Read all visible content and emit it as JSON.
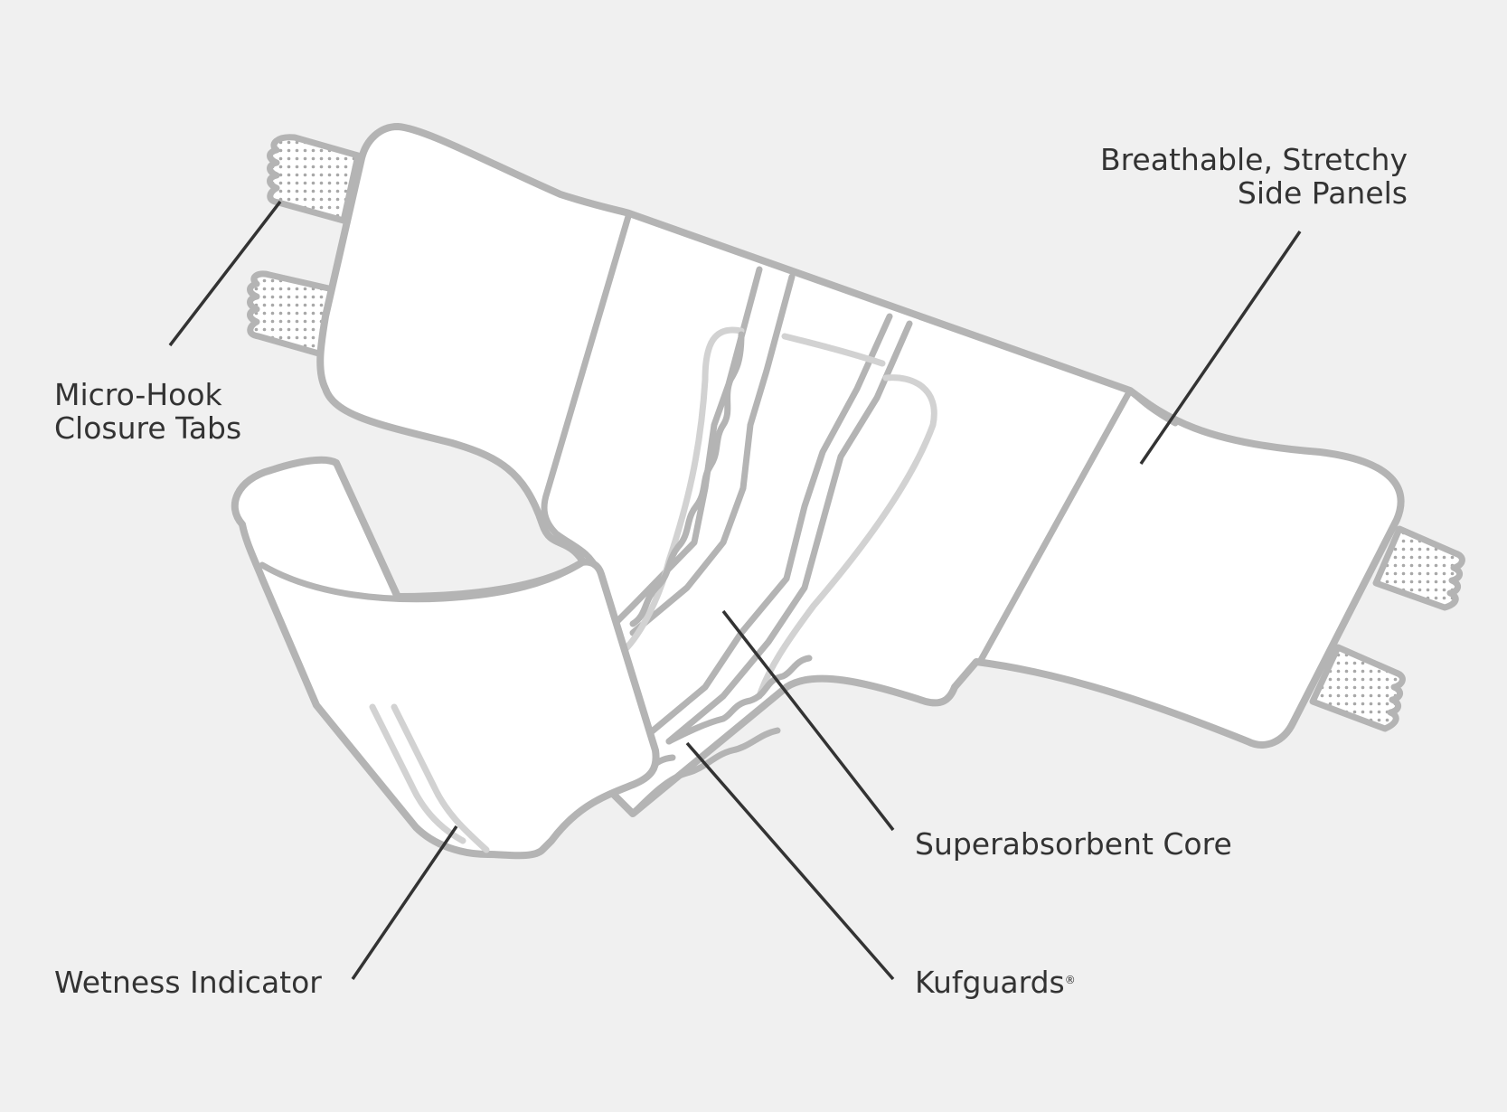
{
  "colors": {
    "background": "#f0f0f0",
    "outline": "#b4b4b4",
    "outline_light": "#d2d2d2",
    "fill": "#ffffff",
    "leader_line": "#333333",
    "label_text": "#333333"
  },
  "labels": {
    "closure_tabs_line1": "Micro-Hook",
    "closure_tabs_line2": "Closure Tabs",
    "side_panels_line1": "Breathable, Stretchy",
    "side_panels_line2": "Side Panels",
    "core": "Superabsorbent Core",
    "wetness": "Wetness Indicator",
    "kufguards": "Kufguards",
    "kufguards_mark": "®"
  }
}
